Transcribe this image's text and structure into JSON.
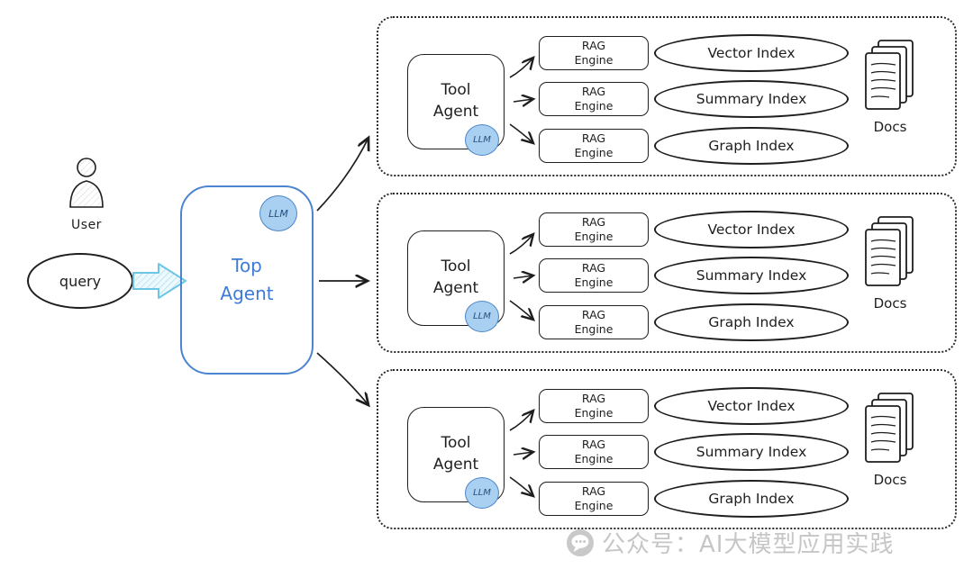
{
  "user": {
    "label": "User"
  },
  "query": {
    "label": "query"
  },
  "top_agent": {
    "label": "Top Agent",
    "llm": "LLM"
  },
  "groups": [
    {
      "tool_agent": {
        "label": "Tool Agent",
        "llm": "LLM"
      },
      "engines": [
        {
          "label": "RAG Engine"
        },
        {
          "label": "RAG Engine"
        },
        {
          "label": "RAG Engine"
        }
      ],
      "indexes": [
        {
          "label": "Vector Index"
        },
        {
          "label": "Summary Index"
        },
        {
          "label": "Graph Index"
        }
      ],
      "docs_label": "Docs"
    },
    {
      "tool_agent": {
        "label": "Tool Agent",
        "llm": "LLM"
      },
      "engines": [
        {
          "label": "RAG Engine"
        },
        {
          "label": "RAG Engine"
        },
        {
          "label": "RAG Engine"
        }
      ],
      "indexes": [
        {
          "label": "Vector Index"
        },
        {
          "label": "Summary Index"
        },
        {
          "label": "Graph Index"
        }
      ],
      "docs_label": "Docs"
    },
    {
      "tool_agent": {
        "label": "Tool Agent",
        "llm": "LLM"
      },
      "engines": [
        {
          "label": "RAG Engine"
        },
        {
          "label": "RAG Engine"
        },
        {
          "label": "RAG Engine"
        }
      ],
      "indexes": [
        {
          "label": "Vector Index"
        },
        {
          "label": "Summary Index"
        },
        {
          "label": "Graph Index"
        }
      ],
      "docs_label": "Docs"
    }
  ],
  "watermark": {
    "text": "公众号：AI大模型应用实践"
  },
  "colors": {
    "ink": "#1e1e1e",
    "accent_blue": "#3e7bd6",
    "llm_fill": "#a9cff1",
    "llm_border": "#4d88c8",
    "query_arrow_fill": "#e6f6fc",
    "query_arrow_border": "#6ec6e4",
    "watermark_gray": "#c6c6c6"
  }
}
